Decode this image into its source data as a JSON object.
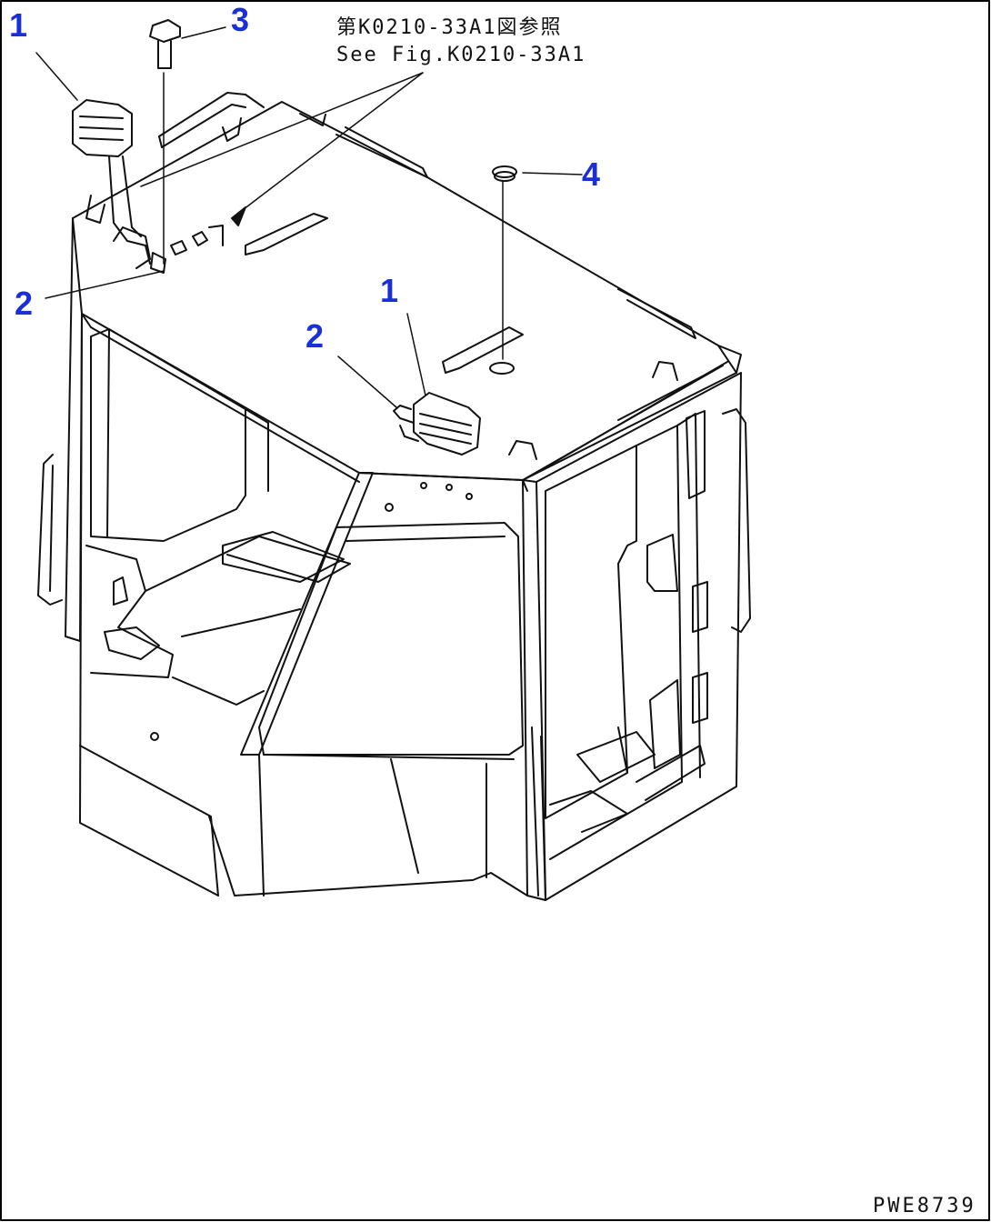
{
  "callouts": {
    "c1_top": "1",
    "c3": "3",
    "c2_left": "2",
    "c4": "4",
    "c1_mid": "1",
    "c2_mid": "2"
  },
  "reference_note": {
    "line_jp": "第K0210-33A1図参照",
    "line_en": "See Fig.K0210-33A1"
  },
  "drawing_id": "PWE8739",
  "colors": {
    "callout": "#1a2fd6",
    "line": "#111111",
    "border": "#000000"
  }
}
